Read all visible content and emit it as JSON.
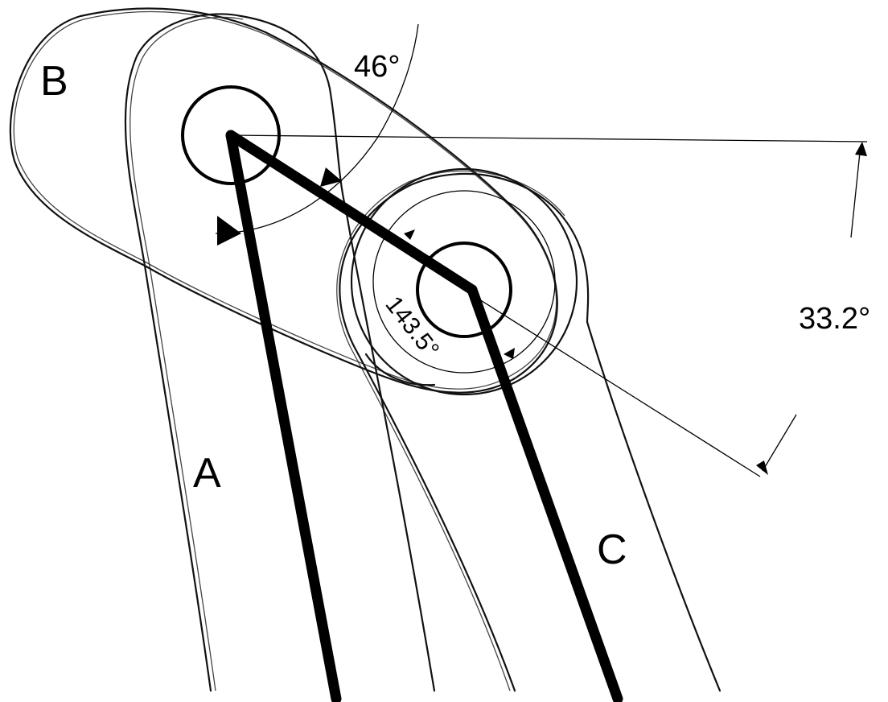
{
  "labels": {
    "member_a": "A",
    "member_b": "B",
    "member_c": "C"
  },
  "angles": {
    "angle_top": "46°",
    "angle_middle": "143.5°",
    "angle_right": "33.2°"
  }
}
